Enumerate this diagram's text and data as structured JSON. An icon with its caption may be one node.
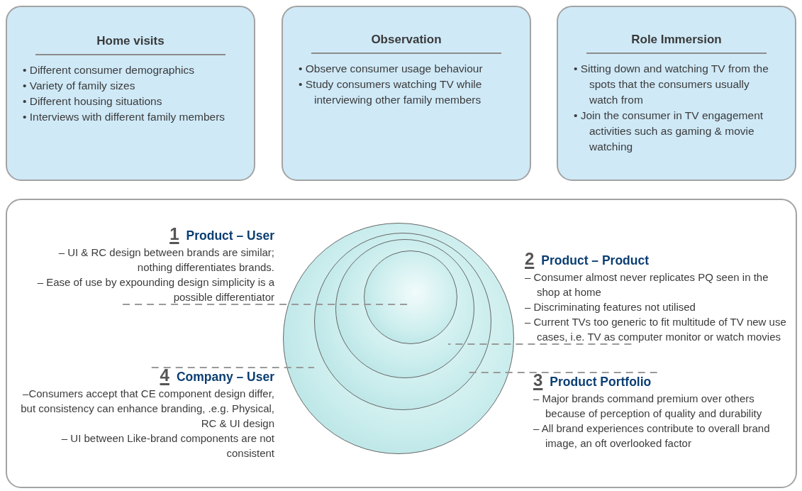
{
  "diagram": {
    "nodes": [
      {
        "text": [
          "Home visits",
          "• Different consumer demographics",
          "• Variety of family sizes",
          "• Different housing situations",
          "• Interviews with different family members"
        ]
      },
      {
        "text": [
          "Observation",
          "• Observe consumer usage behaviour",
          "• Study consumers watching TV while interviewing other family members"
        ]
      },
      {
        "text": [
          "Role Immersion",
          "• Sitting down and watching TV from the spots that the consumers usually watch from",
          "• Join the consumer in TV engagement activities such as gaming & movie watching"
        ]
      },
      {
        "text": [],
        "shape": "box"
      },
      {
        "text": [
          "1",
          "Product – User",
          "– UI & RC design between brands are similar; nothing differentiates brands.",
          "– Ease of use by expounding design simplicity is a possible differentiator"
        ],
        "in": 3
      },
      {
        "text": [
          "2",
          "Product – Product",
          "– Consumer almost never replicates PQ seen in the shop at home",
          "– Discriminating features not utilised",
          "– Current TVs too generic to fit multitude of TV new use cases, i.e. TV as computer monitor or watch movies"
        ],
        "in": 3
      },
      {
        "text": [],
        "shape": "circle",
        "in": 3
      },
      {
        "text": [],
        "shape": "circle",
        "in": 6
      },
      {
        "text": [],
        "shape": "circle",
        "in": 7
      },
      {
        "text": [],
        "shape": "circle",
        "in": 8
      },
      {
        "text": [
          "4",
          "Company – User",
          "–Consumers accept that CE component design differ, but consistency can enhance branding, .e.g. Physical, RC & UI design",
          "– UI between Like-brand components are not consistent"
        ],
        "in": 3
      },
      {
        "text": [
          "3",
          "Product Portfolio",
          "– Major brands command premium over others because of perception of quality and durability",
          "– All brand experiences contribute to overall brand image, an oft overlooked factor"
        ],
        "in": 3
      }
    ],
    "edges": [
      {
        "from": 4,
        "to": 9,
        "arrow": "none",
        "style": "dashed"
      },
      {
        "from": 5,
        "to": 8,
        "arrow": "none",
        "style": "dashed"
      },
      {
        "from": 11,
        "to": 7,
        "arrow": "none",
        "style": "dashed"
      },
      {
        "from": 10,
        "to": 6,
        "arrow": "none",
        "style": "dashed"
      }
    ]
  }
}
